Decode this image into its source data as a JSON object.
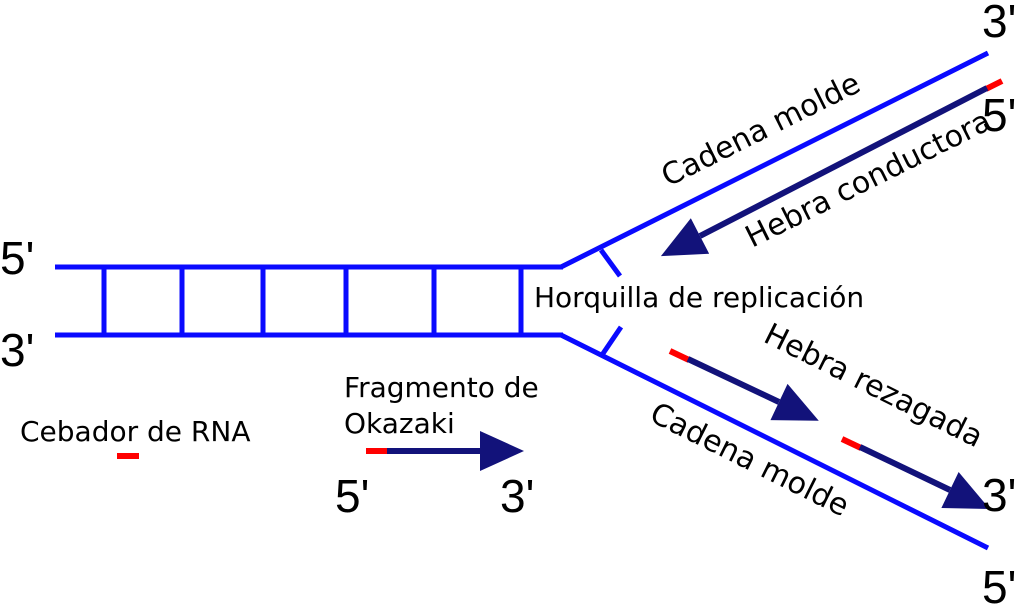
{
  "labels": {
    "left_top_end": "5'",
    "left_bottom_end": "3'",
    "top_right_3": "3'",
    "top_right_5": "5'",
    "template_top": "Cadena molde",
    "leading_strand": "Hebra conductora",
    "fork": "Horquilla de replicación",
    "lagging_strand": "Hebra rezagada",
    "template_bottom": "Cadena molde",
    "bottom_right_3": "3'",
    "bottom_right_5": "5'",
    "okazaki_line1": "Fragmento de",
    "okazaki_line2": "Okazaki",
    "legend_5": "5'",
    "legend_3": "3'",
    "primer_legend": "Cebador de RNA"
  },
  "colors": {
    "template": "#0a0aff",
    "new_strand": "#12127a",
    "primer": "#ff0000"
  }
}
